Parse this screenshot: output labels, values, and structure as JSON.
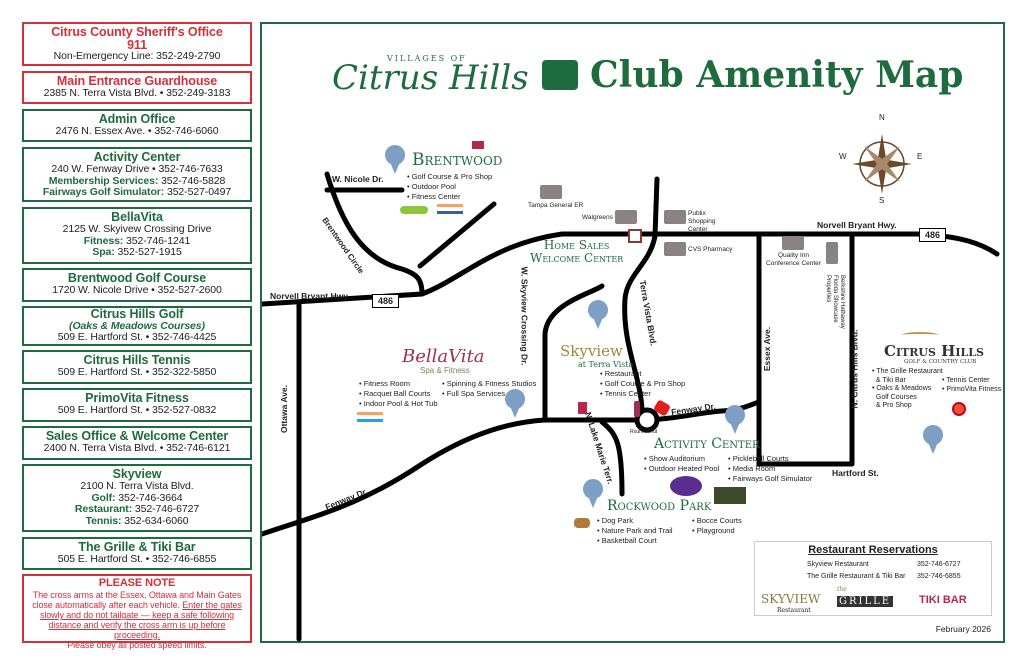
{
  "contacts": [
    {
      "title": "Citrus County Sheriff's Office",
      "lines": [
        "911"
      ],
      "extra": "Non-Emergency Line: 352-249-2790"
    },
    {
      "title": "Main Entrance Guardhouse",
      "address": "2385 N. Terra Vista Blvd. • 352-249-3183"
    },
    {
      "title": "Admin Office",
      "address": "2476 N. Essex Ave. • 352-746-6060"
    },
    {
      "title": "Activity Center",
      "address": "240 W. Fenway Drive • 352-746-7633",
      "l1k": "Membership Services:",
      "l1v": " 352-746-5828",
      "l2k": "Fairways Golf Simulator:",
      "l2v": " 352-527-0497"
    },
    {
      "title": "BellaVita",
      "address": "2125 W. Skyivew Crossing Drive",
      "l1k": "Fitness:",
      "l1v": " 352-746-1241",
      "l2k": "Spa:",
      "l2v": " 352-527-1915"
    },
    {
      "title": "Brentwood Golf Course",
      "address": "1720 W. Nicole Drive • 352-527-2600"
    },
    {
      "title": "Citrus Hills Golf",
      "sub": "(Oaks & Meadows Courses)",
      "address": "509 E. Hartford St. • 352-746-4425"
    },
    {
      "title": "Citrus Hills Tennis",
      "address": "509 E. Hartford St. • 352-322-5850"
    },
    {
      "title": "PrimoVita Fitness",
      "address": "509 E. Hartford St. • 352-527-0832"
    },
    {
      "title": "Sales Office & Welcome Center",
      "address": "2400 N. Terra Vista Blvd. • 352-746-6121"
    },
    {
      "title": "Skyview",
      "address": "2100 N. Terra Vista Blvd.",
      "l1k": "Golf:",
      "l1v": " 352-746-3664",
      "l2k": "Restaurant:",
      "l2v": " 352-746-6727",
      "l3k": "Tennis:",
      "l3v": " 352-634-6060"
    },
    {
      "title": "The Grille & Tiki Bar",
      "address": "505 E. Hartford St. • 352-746-6855"
    }
  ],
  "note": {
    "title": "PLEASE NOTE",
    "p1": "The cross arms at the Essex, Ottawa and Main Gates close automatically after each vehicle. ",
    "p2": "Enter the gates slowly and do not tailgate — keep a safe following distance and verify the cross arm is up before proceeding.",
    "p3": "Please obey all posted speed limits."
  },
  "map": {
    "logo_small": "VILLAGES OF",
    "logo_big": "Citrus Hills",
    "title": "Club Amenity Map",
    "compass": [
      "N",
      "S",
      "E",
      "W"
    ],
    "roads": {
      "nicole": "W. Nicole Dr.",
      "brentwood_circle": "Brentwood Circle",
      "norvell_w": "Norvell Bryant Hwy.",
      "norvell_e": "Norvell Bryant Hwy.",
      "shield": "486",
      "ottawa": "Ottawa Ave.",
      "fenway_w": "Fenway Dr.",
      "fenway_e": "Fenway Dr.",
      "skyview_x": "W. Skyview Crossing Dr.",
      "terra": "Terra Vista Blvd.",
      "lake_marie": "N. Lake Marie Terr.",
      "essex": "Essex Ave.",
      "citrus_blvd": "N. Citrus Hills Blvd.",
      "hartford": "Hartford St.",
      "roundabout": "Roundabout"
    },
    "landmarks": {
      "tampa": "Tampa General ER",
      "walgreens": "Walgreens",
      "publix": "Publix Shopping Center",
      "cvs": "CVS Pharmacy",
      "quality": "Quality Inn Conference Center",
      "berkshire": "Berkshire Hathaway Florida Showcase Properties"
    },
    "brentwood": {
      "name": "Brentwood",
      "items": [
        "• Golf Course & Pro Shop",
        "• Outdoor Pool",
        "• Fitness Center"
      ]
    },
    "home_sales": {
      "l1": "Home Sales",
      "l2": "Welcome Center"
    },
    "bellavita": {
      "name": "BellaVita",
      "sub": "Spa & Fitness",
      "col1": [
        "• Fitness Room",
        "• Racquet Ball Courts",
        "• Indoor Pool & Hot Tub"
      ],
      "col2": [
        "• Spinning & Fitness Studios",
        "• Full Spa Services"
      ]
    },
    "skyview": {
      "name": "Skyview",
      "sub": "at Terra Vista",
      "items": [
        "• Restaurant",
        "• Golf Course & Pro Shop",
        "• Tennis Center"
      ]
    },
    "activity": {
      "name": "Activity Center",
      "col1": [
        "• Show Auditorium",
        "• Outdoor Heated Pool"
      ],
      "col2": [
        "• Pickleball Courts",
        "• Media Room",
        "• Fairways Golf Simulator"
      ]
    },
    "rockwood": {
      "name": "Rockwood Park",
      "col1": [
        "• Dog Park",
        "• Nature Park and Trail",
        "• Basketball Court"
      ],
      "col2": [
        "• Bocce Courts",
        "• Playground"
      ]
    },
    "chgcc": {
      "name": "Citrus Hills",
      "sub": "GOLF & COUNTRY CLUB",
      "col1": [
        "• The Grille Restaurant",
        "  & Tiki Bar",
        "• Oaks & Meadows",
        "  Golf Courses",
        "  & Pro Shop"
      ],
      "col2": [
        "• Tennis Center",
        "• PrimoVita Fitness"
      ]
    },
    "reservations": {
      "title": "Restaurant Reservations",
      "rows": [
        {
          "name": "Skyview Restaurant",
          "phone": "352-746-6727"
        },
        {
          "name": "The Grille Restaurant & Tiki Bar",
          "phone": "352-746-6855"
        }
      ],
      "logo1": "SKYVIEW",
      "logo1sub": "Restaurant",
      "logo2small": "the",
      "logo2": "GRILLE",
      "logo3": "TIKI BAR"
    },
    "date": "February 2026"
  }
}
